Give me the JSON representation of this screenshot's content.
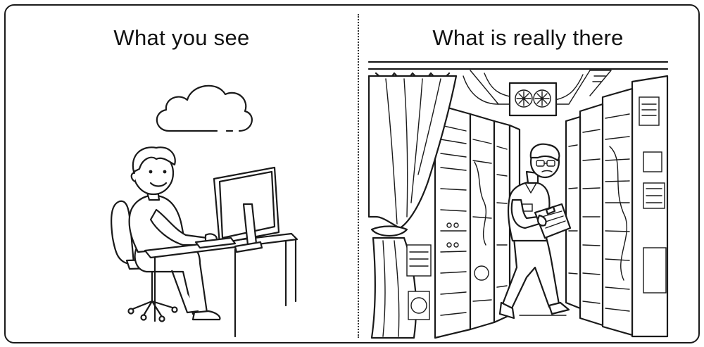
{
  "panels": {
    "left": {
      "title": "What you see"
    },
    "right": {
      "title": "What is really there"
    }
  },
  "colors": {
    "ink": "#1a1a1a",
    "background": "#ffffff"
  },
  "icons": {
    "left": [
      "cloud-icon",
      "person-at-computer",
      "monitor",
      "desk",
      "office-chair"
    ],
    "right": [
      "curtain",
      "server-racks",
      "ceiling-fan-unit",
      "technician-with-clipboard"
    ]
  }
}
